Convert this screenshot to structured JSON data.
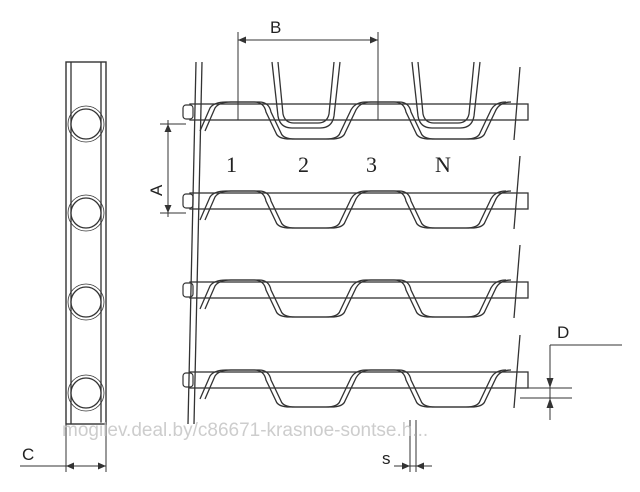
{
  "labels": {
    "A": "A",
    "B": "B",
    "C": "C",
    "D": "D",
    "s": "s"
  },
  "cells": [
    "1",
    "2",
    "3",
    "N"
  ],
  "watermark": "mogilev.deal.by/c86671-krasnoe-sontse.h..."
}
